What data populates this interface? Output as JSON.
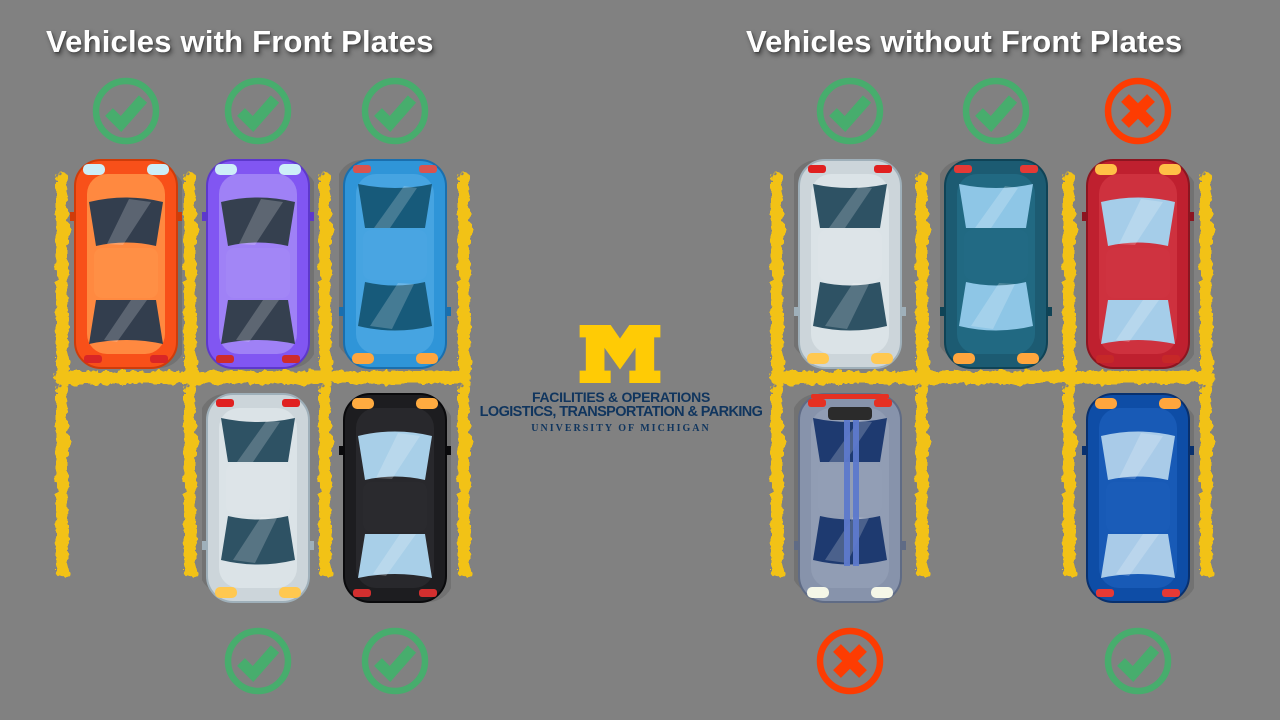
{
  "titles": {
    "left": "Vehicles with Front Plates",
    "right": "Vehicles without Front Plates"
  },
  "logo": {
    "m_color": "#ffcb05",
    "text_color": "#10355e",
    "line1": "FACILITIES & OPERATIONS",
    "line2": "LOGISTICS, TRANSPORTATION & PARKING",
    "line3": "UNIVERSITY OF MICHIGAN"
  },
  "colors": {
    "background": "#818181",
    "line_yellow": "#f2c216",
    "check_green": "#47ad6d",
    "cross_red": "#fd3c02",
    "title_white": "#ffffff"
  },
  "badge_meanings": {
    "check": "allowed parking orientation",
    "cross": "not allowed parking orientation"
  },
  "car_styles": {
    "orange_hatch": {
      "body": "#f85019",
      "edge": "#cf3c0a",
      "panel": "#ff8f45",
      "glass": "#333e4e",
      "head": "#cdeef8",
      "tail": "#d92626"
    },
    "purple_sedan": {
      "body": "#8156f2",
      "edge": "#5d38cc",
      "panel": "#a286f6",
      "glass": "#35404f",
      "head": "#cdeef8",
      "tail": "#cf2b2b"
    },
    "blue_suv": {
      "body": "#2f95d8",
      "edge": "#1a6fae",
      "panel": "#49a5e2",
      "glass": "#175a7a",
      "head": "#ffa63d",
      "tail": "#d9534f"
    },
    "silver_sedan": {
      "body": "#ccd5da",
      "edge": "#9fb0ba",
      "panel": "#dde4e8",
      "glass": "#2e5264",
      "head": "#ffc850",
      "tail": "#e02020"
    },
    "black_sedan": {
      "body": "#1d1d20",
      "edge": "#0a0a0c",
      "panel": "#2a2a2e",
      "glass": "#a8cfe8",
      "head": "#ffab40",
      "tail": "#d32f2f"
    },
    "teal_sedan": {
      "body": "#1c5b72",
      "edge": "#0f4356",
      "panel": "#226a84",
      "glass": "#8ec6e6",
      "head": "#ffa63d",
      "tail": "#e53935"
    },
    "red_sedan": {
      "body": "#bf202f",
      "edge": "#8c1520",
      "panel": "#cf3340",
      "glass": "#a5cde9",
      "head": "#ffc046",
      "tail": "#c62828"
    },
    "gray_muscle": {
      "body": "#8793ab",
      "edge": "#5f6b85",
      "panel": "#929eb5",
      "glass": "#1e3a70",
      "head": "#f5f7e8",
      "tail": "#e53022",
      "stripe": "#5d79cc",
      "sunroof": "#2b2b2b",
      "tailbar": true
    },
    "navy_suv": {
      "body": "#0e4da6",
      "edge": "#08306e",
      "panel": "#1a5cb8",
      "glass": "#a9cbe8",
      "head": "#ffa63d",
      "tail": "#e53935"
    }
  },
  "lots": {
    "left": {
      "rows": {
        "top": [
          {
            "car": "orange_hatch",
            "facing": "up",
            "badge": "check"
          },
          {
            "car": "purple_sedan",
            "facing": "up",
            "badge": "check"
          },
          {
            "car": "blue_suv",
            "facing": "down",
            "badge": "check"
          }
        ],
        "bottom": [
          null,
          {
            "car": "silver_sedan",
            "facing": "down",
            "badge": "check"
          },
          {
            "car": "black_sedan",
            "facing": "up",
            "badge": "check"
          }
        ]
      }
    },
    "right": {
      "rows": {
        "top": [
          {
            "car": "silver_sedan",
            "facing": "down",
            "badge": "check"
          },
          {
            "car": "teal_sedan",
            "facing": "down",
            "badge": "check"
          },
          {
            "car": "red_sedan",
            "facing": "up",
            "badge": "cross"
          }
        ],
        "bottom": [
          {
            "car": "gray_muscle",
            "facing": "down",
            "badge": "cross"
          },
          null,
          {
            "car": "navy_suv",
            "facing": "up",
            "badge": "check"
          }
        ]
      }
    }
  }
}
